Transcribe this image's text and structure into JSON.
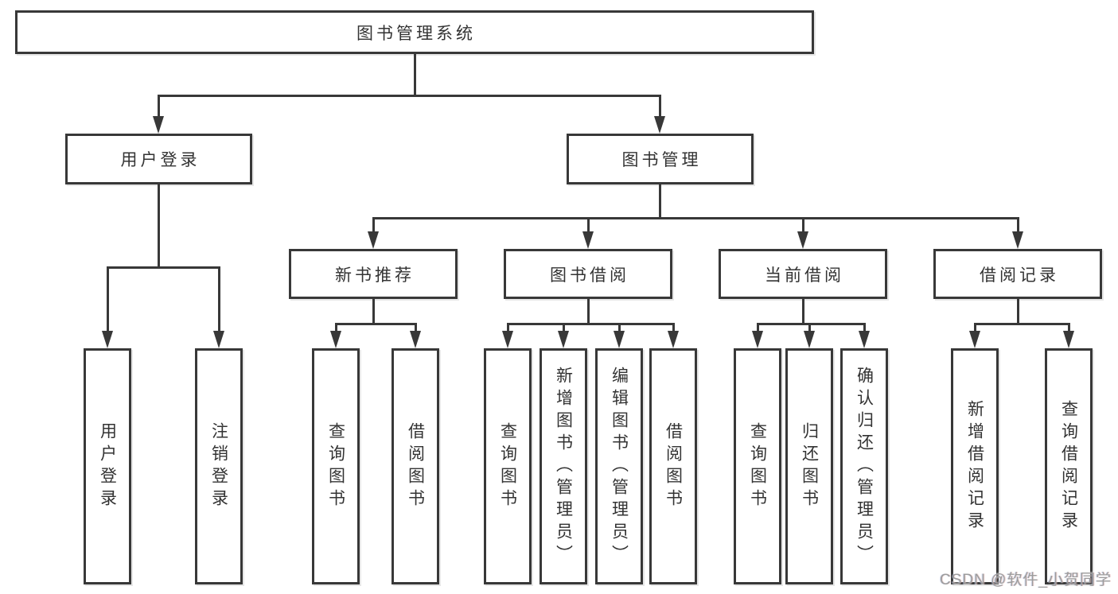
{
  "nodes": {
    "root": "图书管理系统",
    "branches": [
      {
        "label": "用户登录",
        "children": [
          "用户登录",
          "注销登录"
        ]
      },
      {
        "label": "图书管理",
        "sections": [
          {
            "label": "新书推荐",
            "children": [
              "查询图书",
              "借阅图书"
            ]
          },
          {
            "label": "图书借阅",
            "children": [
              "查询图书",
              "新增图书（管理员）",
              "编辑图书（管理员）",
              "借阅图书"
            ]
          },
          {
            "label": "当前借阅",
            "children": [
              "查询图书",
              "归还图书",
              "确认归还（管理员）"
            ]
          },
          {
            "label": "借阅记录",
            "children": [
              "新增借阅记录",
              "查询借阅记录"
            ]
          }
        ]
      }
    ]
  },
  "watermark": "CSDN @软件_小贺同学",
  "colors": {
    "line": "#383838",
    "text": "#333333",
    "background": "#ffffff",
    "watermark": "#9c9c9c"
  }
}
